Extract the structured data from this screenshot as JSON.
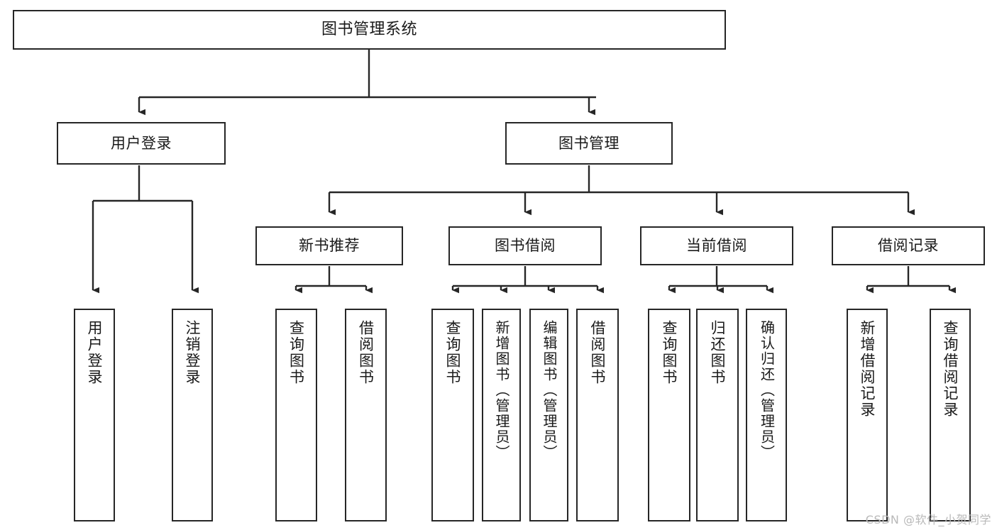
{
  "diagram": {
    "title": "图书管理系统",
    "type": "tree",
    "orientation": "top-down",
    "stroke_color": "#262626",
    "fill_color": "#ffffff",
    "background_color": "#ffffff",
    "text_color": "#1a1a1a"
  },
  "nodes": {
    "root": {
      "label": "图书管理系统",
      "level": 0
    },
    "level1": [
      {
        "id": "user-login",
        "label": "用户登录",
        "level": 1
      },
      {
        "id": "book-management",
        "label": "图书管理",
        "level": 1
      }
    ],
    "level2": [
      {
        "id": "new-book-recommend",
        "label": "新书推荐",
        "level": 2,
        "parent": "book-management"
      },
      {
        "id": "book-borrow",
        "label": "图书借阅",
        "level": 2,
        "parent": "book-management"
      },
      {
        "id": "current-borrow",
        "label": "当前借阅",
        "level": 2,
        "parent": "book-management"
      },
      {
        "id": "borrow-record",
        "label": "借阅记录",
        "level": 2,
        "parent": "book-management"
      }
    ],
    "leaves": [
      {
        "id": "leaf-user-login",
        "label": "用户登录",
        "parent": "user-login"
      },
      {
        "id": "leaf-logout-login",
        "label": "注销登录",
        "parent": "user-login"
      },
      {
        "id": "leaf-query-book-recommend",
        "label": "查询图书",
        "parent": "new-book-recommend"
      },
      {
        "id": "leaf-borrow-book-recommend",
        "label": "借阅图书",
        "parent": "new-book-recommend"
      },
      {
        "id": "leaf-query-book-borrow",
        "label": "查询图书",
        "parent": "book-borrow"
      },
      {
        "id": "leaf-add-book-admin",
        "label": "新增图书（管理员）",
        "parent": "book-borrow"
      },
      {
        "id": "leaf-edit-book-admin",
        "label": "编辑图书（管理员）",
        "parent": "book-borrow"
      },
      {
        "id": "leaf-borrow-book",
        "label": "借阅图书",
        "parent": "book-borrow"
      },
      {
        "id": "leaf-query-book-current",
        "label": "查询图书",
        "parent": "current-borrow"
      },
      {
        "id": "leaf-return-book",
        "label": "归还图书",
        "parent": "current-borrow"
      },
      {
        "id": "leaf-confirm-return-admin",
        "label": "确认归还（管理员）",
        "parent": "current-borrow"
      },
      {
        "id": "leaf-add-borrow-record",
        "label": "新增借阅记录",
        "parent": "borrow-record"
      },
      {
        "id": "leaf-query-borrow-record",
        "label": "查询借阅记录",
        "parent": "borrow-record"
      }
    ]
  },
  "watermark": {
    "text": "CSDN @软件_小贺同学"
  }
}
